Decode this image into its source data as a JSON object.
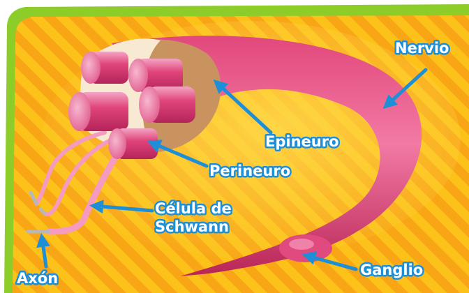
{
  "labels": {
    "nervio": "Nervio",
    "epineuro": "Epineuro",
    "perineuro": "Perineuro",
    "celula_line1": "Célula de",
    "celula_line2": "Schwann",
    "axon": "Axón",
    "ganglio": "Ganglio"
  },
  "colors": {
    "frame_green": "#8ccd2a",
    "background_yellow": "#fcc21a",
    "background_stripe": "#f8a516",
    "nerve_pink": "#d8336c",
    "nerve_light": "#f06a98",
    "fascicle_pink": "#f59ac0",
    "epineurium_tan": "#c9935f",
    "sheath_cream": "#f8e9d2",
    "label_blue": "#1e8fd6",
    "axon_grey": "#b8b8b8"
  }
}
